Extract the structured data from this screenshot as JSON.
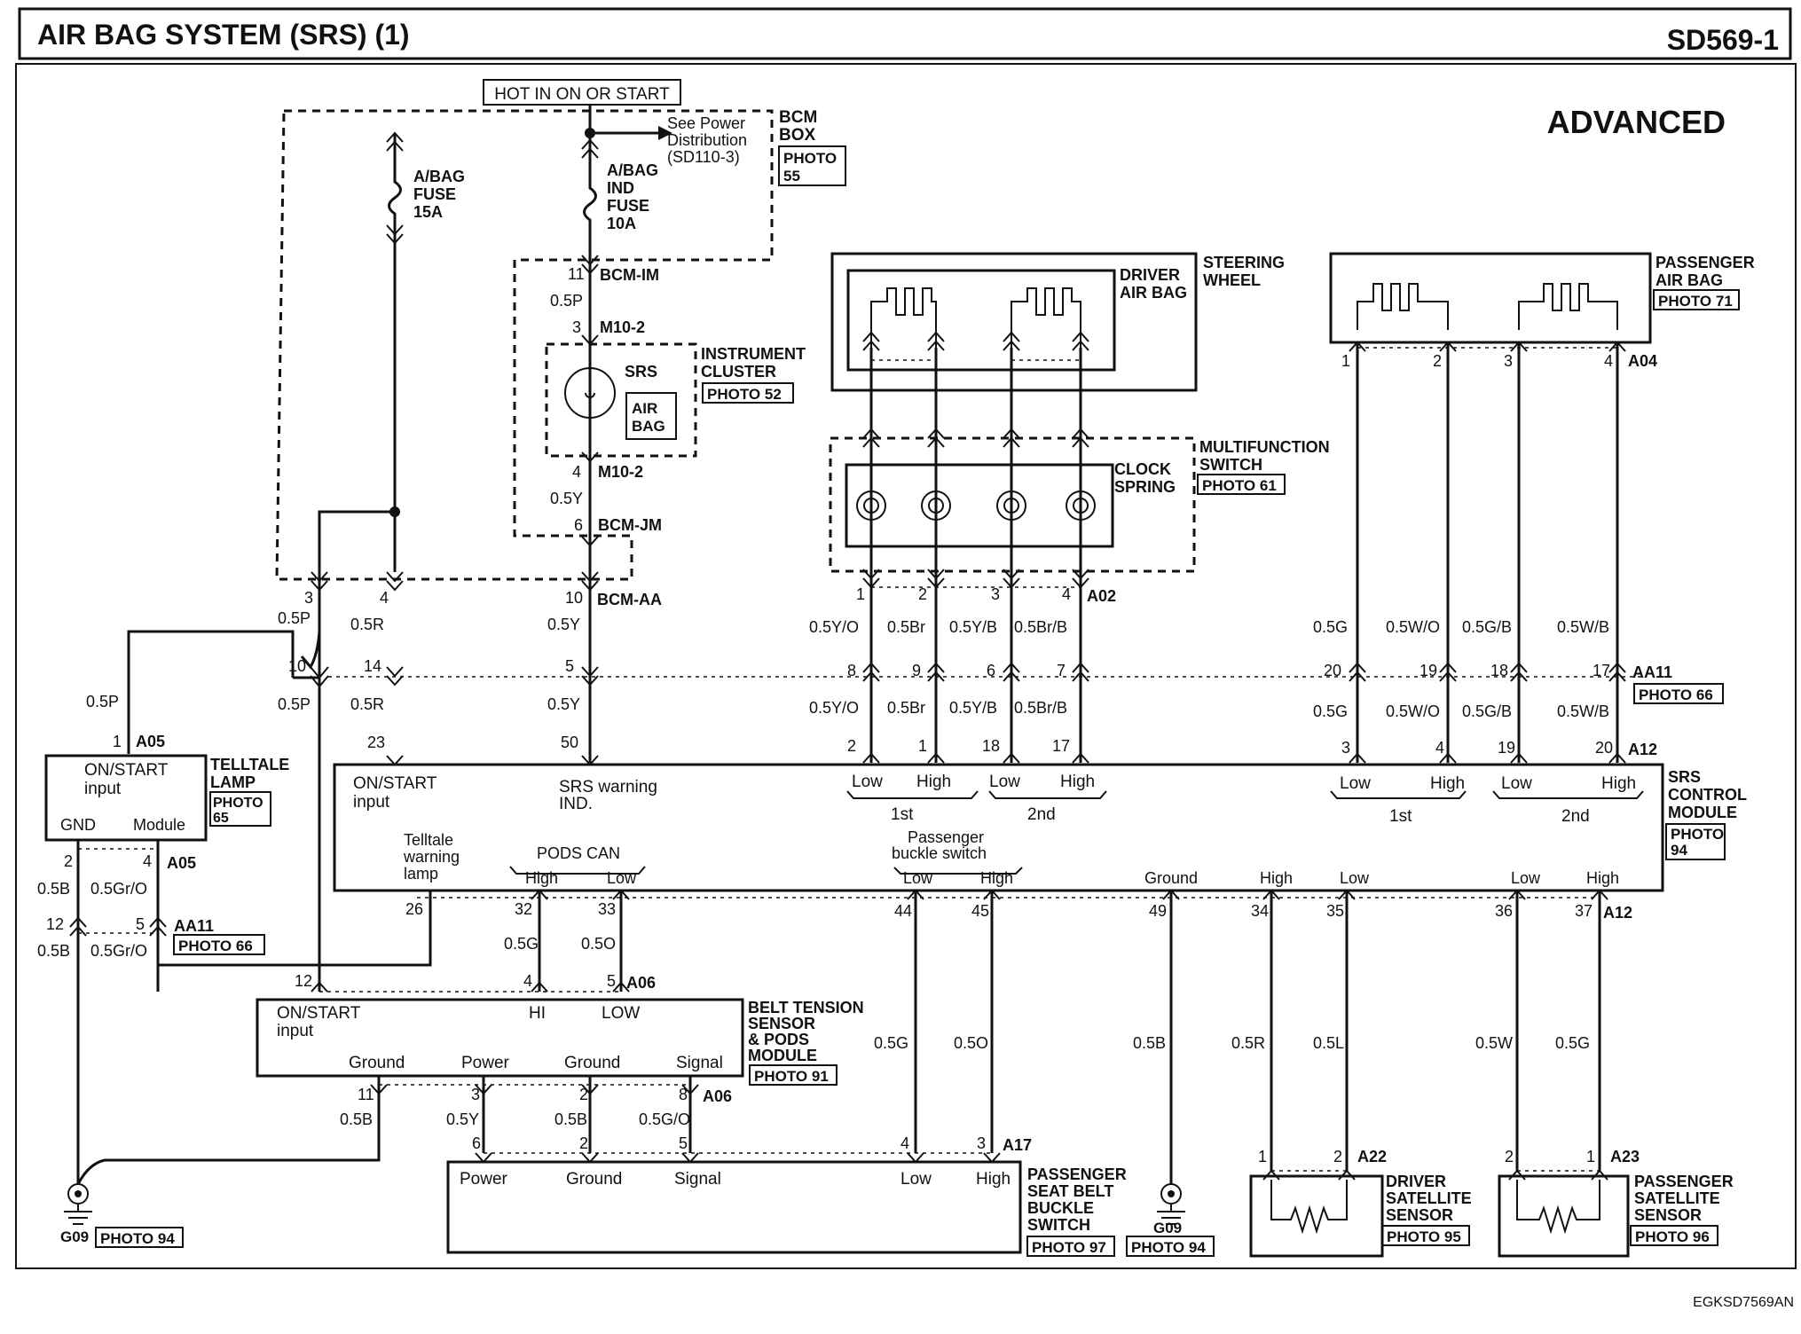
{
  "header": {
    "title": "AIR BAG SYSTEM (SRS) (1)",
    "code": "SD569-1",
    "variant": "ADVANCED",
    "footer_code": "EGKSD7569AN"
  },
  "power": {
    "hot_label": "HOT IN ON OR START",
    "see_note": [
      "See Power",
      "Distribution",
      "(SD110-3)"
    ],
    "bcm": [
      "BCM",
      "BOX"
    ],
    "bcm_photo": [
      "PHOTO",
      "55"
    ],
    "fuse1": [
      "A/BAG",
      "FUSE",
      "15A"
    ],
    "fuse2": [
      "A/BAG",
      "IND",
      "FUSE",
      "10A"
    ]
  },
  "cluster": {
    "c_bcm_im": "BCM-IM",
    "c_m10_top": "M10-2",
    "c_m10_bot": "M10-2",
    "c_bcm_jm": "BCM-JM",
    "c_bcm_aa": "BCM-AA",
    "pin11": "11",
    "pin3": "3",
    "pin4": "4",
    "pin6": "6",
    "w_top": "0.5P",
    "w_bot": "0.5Y",
    "label": [
      "INSTRUMENT",
      "CLUSTER"
    ],
    "photo": "PHOTO 52",
    "srs": "SRS",
    "airbag_lamp": [
      "AIR",
      "BAG"
    ]
  },
  "steering": {
    "label": [
      "STEERING",
      "WHEEL"
    ],
    "driver_bag": [
      "DRIVER",
      "AIR BAG"
    ]
  },
  "multi": {
    "label": [
      "MULTIFUNCTION",
      "SWITCH"
    ],
    "photo": "PHOTO 61",
    "clock": [
      "CLOCK",
      "SPRING"
    ]
  },
  "pass_bag": {
    "label": [
      "PASSENGER",
      "AIR BAG"
    ],
    "photo": "PHOTO 71",
    "conn": "A04",
    "pins": [
      "1",
      "2",
      "3",
      "4"
    ]
  },
  "a02": {
    "conn": "A02",
    "pins": [
      "1",
      "2",
      "3",
      "4"
    ]
  },
  "aa11_top": {
    "conn": "AA11",
    "photo": "PHOTO 66",
    "pins_left": [
      "8",
      "9",
      "6",
      "7"
    ],
    "pins_right": [
      "20",
      "19",
      "18",
      "17"
    ],
    "pins_bcm": [
      "10",
      "14",
      "5"
    ]
  },
  "a12_top": {
    "conn": "A12",
    "pins_left": [
      "2",
      "1",
      "18",
      "17"
    ],
    "pins_right": [
      "3",
      "4",
      "19",
      "20"
    ],
    "pins_bcm": [
      "23",
      "50"
    ]
  },
  "bcm_aa_pins": [
    "3",
    "4",
    "10"
  ],
  "wires": {
    "upper_left": [
      "0.5P",
      "0.5R",
      "0.5Y"
    ],
    "lower_left": [
      "0.5P",
      "0.5R",
      "0.5Y"
    ],
    "upper_mid": [
      "0.5Y/O",
      "0.5Br",
      "0.5Y/B",
      "0.5Br/B"
    ],
    "lower_mid": [
      "0.5Y/O",
      "0.5Br",
      "0.5Y/B",
      "0.5Br/B"
    ],
    "upper_right": [
      "0.5G",
      "0.5W/O",
      "0.5G/B",
      "0.5W/B"
    ],
    "lower_right": [
      "0.5G",
      "0.5W/O",
      "0.5G/B",
      "0.5W/B"
    ]
  },
  "telltale": {
    "label": [
      "TELLTALE",
      "LAMP"
    ],
    "photo": [
      "PHOTO",
      "65"
    ],
    "conn": "A05",
    "on_start": [
      "ON/START",
      "input"
    ],
    "gnd": "GND",
    "module": "Module",
    "pin_top": "1",
    "w_top": "0.5P",
    "pin_gnd": "2",
    "pin_mod": "4",
    "conn2": "A05",
    "w_gnd": "0.5B",
    "w_mod": "0.5Gr/O",
    "aa11_gnd": "12",
    "aa11_mod": "5",
    "aa11_conn": "AA11",
    "aa11_photo": "PHOTO 66",
    "w_gnd2": "0.5B",
    "w_mod2": "0.5Gr/O"
  },
  "srs": {
    "label": [
      "SRS",
      "CONTROL",
      "MODULE"
    ],
    "photo": [
      "PHOTO",
      "94"
    ],
    "on_start": [
      "ON/START",
      "input"
    ],
    "warn": [
      "SRS warning",
      "IND."
    ],
    "driver_groups": {
      "l1": "Low",
      "h1": "High",
      "s1": "1st",
      "l2": "Low",
      "h2": "High",
      "s2": "2nd"
    },
    "pass_groups": {
      "l1": "Low",
      "h1": "High",
      "s1": "1st",
      "l2": "Low",
      "h2": "High",
      "s2": "2nd"
    },
    "telltale": [
      "Telltale",
      "warning",
      "lamp"
    ],
    "pods": "PODS CAN",
    "pods_hi": "High",
    "pods_lo": "Low",
    "buckle": [
      "Passenger",
      "buckle switch"
    ],
    "buckle_lo": "Low",
    "buckle_hi": "High",
    "ground": "Ground",
    "drv_hi": "High",
    "drv_lo": "Low",
    "pas_lo": "Low",
    "pas_hi": "High",
    "bottom_pins": [
      "26",
      "32",
      "33",
      "44",
      "45",
      "49",
      "34",
      "35",
      "36",
      "37"
    ],
    "bottom_conn": "A12"
  },
  "belt": {
    "label": [
      "BELT TENSION",
      "SENSOR",
      "& PODS",
      "MODULE"
    ],
    "photo": "PHOTO 91",
    "conn_top": "A06",
    "conn_bot": "A06",
    "on_start": [
      "ON/START",
      "input"
    ],
    "hi": "HI",
    "lo": "LOW",
    "ground1": "Ground",
    "power": "Power",
    "ground2": "Ground",
    "signal": "Signal",
    "top_pins": [
      "12",
      "4",
      "5"
    ],
    "bot_pins": [
      "11",
      "3",
      "2",
      "8"
    ],
    "w_pods": [
      "0.5G",
      "0.5O"
    ],
    "w_bot": [
      "0.5B",
      "0.5Y",
      "0.5B",
      "0.5G/O"
    ]
  },
  "buckle_sw": {
    "label": [
      "PASSENGER",
      "SEAT BELT",
      "BUCKLE",
      "SWITCH"
    ],
    "photo": "PHOTO 97",
    "conn": "A17",
    "power": "Power",
    "ground": "Ground",
    "signal": "Signal",
    "low": "Low",
    "high": "High",
    "pins": [
      "6",
      "2",
      "5",
      "4",
      "3"
    ],
    "w_mid": [
      "0.5G",
      "0.5O"
    ]
  },
  "grounds": {
    "g1": "G09",
    "g1_photo": "PHOTO 94",
    "g2": "G09",
    "g2_photo": "PHOTO 94",
    "w_g2": "0.5B"
  },
  "drv_sat": {
    "label": [
      "DRIVER",
      "SATELLITE",
      "SENSOR"
    ],
    "photo": "PHOTO 95",
    "conn": "A22",
    "pins": [
      "1",
      "2"
    ],
    "wires": [
      "0.5R",
      "0.5L"
    ]
  },
  "pas_sat": {
    "label": [
      "PASSENGER",
      "SATELLITE",
      "SENSOR"
    ],
    "photo": "PHOTO 96",
    "conn": "A23",
    "pins": [
      "2",
      "1"
    ],
    "wires": [
      "0.5W",
      "0.5G"
    ]
  }
}
